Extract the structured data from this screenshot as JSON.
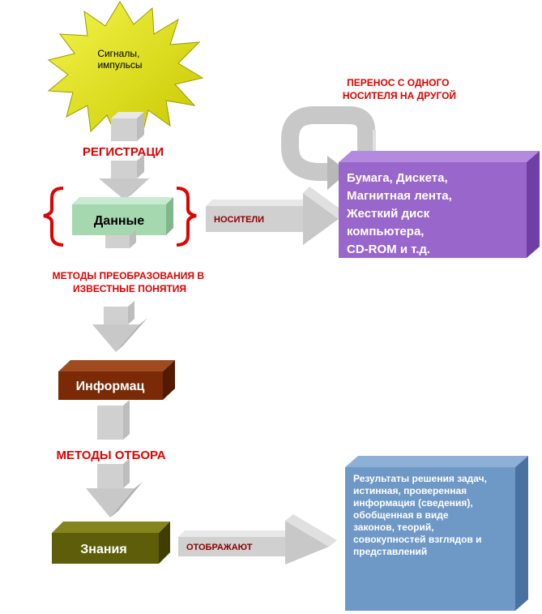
{
  "starburst": {
    "lines": [
      "Сигналы,",
      "импульсы"
    ]
  },
  "labels": {
    "registration": "РЕГИСТРАЦИ",
    "methods_transform": [
      "МЕТОДЫ ПРЕОБРАЗОВАНИЯ В",
      "ИЗВЕСТНЫЕ ПОНЯТИЯ"
    ],
    "methods_select": "МЕТОДЫ ОТБОРА",
    "transfer": [
      "ПЕРЕНОС С ОДНОГО",
      "НОСИТЕЛЯ НА ДРУГОЙ"
    ],
    "carriers": "НОСИТЕЛИ",
    "display": "ОТОБРАЖАЮТ"
  },
  "boxes": {
    "data": "Данные",
    "information": "Информац",
    "knowledge": "Знания"
  },
  "media_box": {
    "lines": [
      "Бумага, Дискета,",
      "Магнитная лента,",
      "Жесткий диск",
      "компьютера,",
      "CD-ROM  и т.д."
    ]
  },
  "results_box": {
    "lines": [
      "Результаты решения задач,",
      "истинная, проверенная",
      "информация (сведения),",
      "обобщенная в виде",
      "законов, теорий,",
      "совокупностей взглядов и",
      "представлений"
    ]
  },
  "colors": {
    "data_box": "#a6d8b0",
    "information_box": "#7a2a06",
    "knowledge_box": "#5e5e0a",
    "media_box": "#9966cc",
    "results_box": "#6e98c6",
    "arrow": "#c8c8c8",
    "label_red": "#e00000",
    "starburst": "#e6e600"
  }
}
